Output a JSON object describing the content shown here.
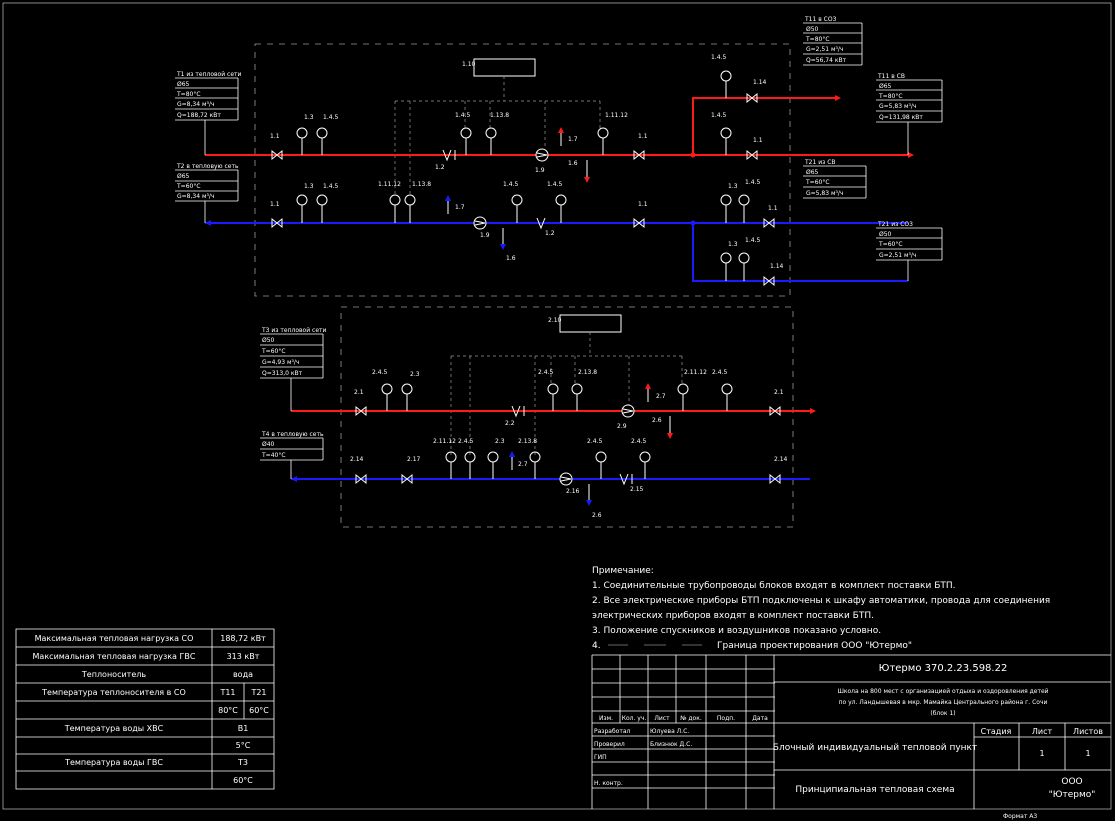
{
  "block1": {
    "label": "1.10",
    "t1_in": {
      "title": "Т1 из тепловой сети",
      "rows": [
        "Ø65",
        "T=80°С",
        "G=8,34 м³/ч",
        "Q=188,72 кВт"
      ]
    },
    "t2_out": {
      "title": "Т2 в тепловую сеть",
      "rows": [
        "Ø65",
        "T=60°С",
        "G=8,34 м³/ч"
      ]
    },
    "t11_co": {
      "title": "Т11 в СО3",
      "rows": [
        "Ø50",
        "T=80°С",
        "G=2,51 м³/ч",
        "Q=56,74 кВт"
      ]
    },
    "t11_cv": {
      "title": "Т11 в СВ",
      "rows": [
        "Ø65",
        "T=80°С",
        "G=5,83 м³/ч",
        "Q=131,98 кВт"
      ]
    },
    "t21_cv": {
      "title": "Т21 из СВ",
      "rows": [
        "Ø65",
        "T=60°С",
        "G=5,83 м³/ч"
      ]
    },
    "t21_co": {
      "title": "Т21 из СО3",
      "rows": [
        "Ø50",
        "T=60°С",
        "G=2,51 м³/ч"
      ]
    },
    "tags": {
      "a1": "1.1",
      "a2": "1.3",
      "a3": "1.4.5",
      "a4": "1.4.5",
      "a5": "1.13.8",
      "a6": "1.11.12",
      "a7": "1.7",
      "a8": "1.9",
      "a9": "1.6",
      "a10": "1.2",
      "a11": "1.1",
      "b1": "1.1",
      "b2": "1.3",
      "b3": "1.4.5",
      "b4": "1.11.12",
      "b5": "1.13.8",
      "b6": "1.7",
      "b7": "1.4.5",
      "b8": "1.4.5",
      "b9": "1.1",
      "b10": "1.9",
      "b11": "1.2",
      "b12": "1.6",
      "c1": "1.4.5",
      "c2": "1.14",
      "c3": "1.4.5",
      "c4": "1.1",
      "c5": "1.3",
      "c6": "1.4.5",
      "c7": "1.1",
      "c8": "1.3",
      "c9": "1.4.5",
      "c10": "1.14"
    }
  },
  "block2": {
    "label": "2.10",
    "t3_in": {
      "title": "Т3 из тепловой сети",
      "rows": [
        "Ø50",
        "T=60°С",
        "G=4,93 м³/ч",
        "Q=313,0 кВт"
      ]
    },
    "t4_out": {
      "title": "Т4 в тепловую сеть",
      "rows": [
        "Ø40",
        "T=40°С"
      ]
    },
    "tags": {
      "a1": "2.1",
      "a2": "2.4.5",
      "a3": "2.3",
      "a4": "2.2",
      "a5": "2.4.5",
      "a6": "2.13.8",
      "a7": "2.7",
      "a8": "2.9",
      "a9": "2.6",
      "a10": "2.11.12",
      "a11": "2.4.5",
      "a12": "2.1",
      "b1": "2.14",
      "b2": "2.17",
      "b3": "2.11.12",
      "b4": "2.4.5",
      "b5": "2.3",
      "b6": "2.13.8",
      "b7": "2.7",
      "b8": "2.16",
      "b9": "2.6",
      "b10": "2.4.5",
      "b11": "2.4.5",
      "b12": "2.15",
      "b13": "2.14"
    }
  },
  "notes": {
    "title": "Примечание:",
    "items": [
      "1. Соединительные трубопроводы блоков входят в комплект поставки БТП.",
      "2. Все электрические приборы БТП подключены к шкафу автоматики, провода для соединения",
      "электрических приборов входят в комплект поставки БТП.",
      "3. Положение спускников и воздушников показано условно.",
      "4."
    ],
    "boundary": "Граница проектирования ООО \"Ютермо\""
  },
  "params": [
    {
      "label": "Максимальная тепловая нагрузка СО",
      "v1": "188,72 кВт",
      "v2": ""
    },
    {
      "label": "Максимальная тепловая нагрузка ГВС",
      "v1": "313 кВт",
      "v2": ""
    },
    {
      "label": "Теплоноситель",
      "v1": "вода",
      "v2": ""
    },
    {
      "label": "Температура теплоносителя в СО",
      "v1": "Т11",
      "v2": "Т21"
    },
    {
      "label": "",
      "v1": "80°С",
      "v2": "60°С"
    },
    {
      "label": "Температура воды ХВС",
      "v1": "В1",
      "v2": ""
    },
    {
      "label": "",
      "v1": "5°С",
      "v2": ""
    },
    {
      "label": "Температура воды ГВС",
      "v1": "Т3",
      "v2": ""
    },
    {
      "label": "",
      "v1": "60°С",
      "v2": ""
    }
  ],
  "stamp": {
    "code": "Ютермо 370.2.23.598.22",
    "object": [
      "Школа на 800 мест с организацией отдыха и оздоровления детей",
      "по ул. Ландышевая в мкр. Мамайка Центрального района г. Сочи",
      "(блок 1)"
    ],
    "title1": "Блочный индивидуальный тепловой пункт",
    "title2": "Принципиальная тепловая схема",
    "cols": [
      "Изм.",
      "Кол. уч.",
      "Лист",
      "№ док.",
      "Подп.",
      "Дата"
    ],
    "roles": [
      [
        "Разработал",
        "Юлуева Л.С."
      ],
      [
        "Проверил",
        "Близнюк Д.С."
      ],
      [
        "ГИП",
        ""
      ],
      [
        "",
        ""
      ],
      [
        "Н. контр.",
        ""
      ]
    ],
    "stage_h": "Стадия",
    "sheet_h": "Лист",
    "sheets_h": "Листов",
    "sheet": "1",
    "sheets": "1",
    "company": [
      "ООО",
      "\"Ютермо\""
    ],
    "format": "Формат А3"
  }
}
